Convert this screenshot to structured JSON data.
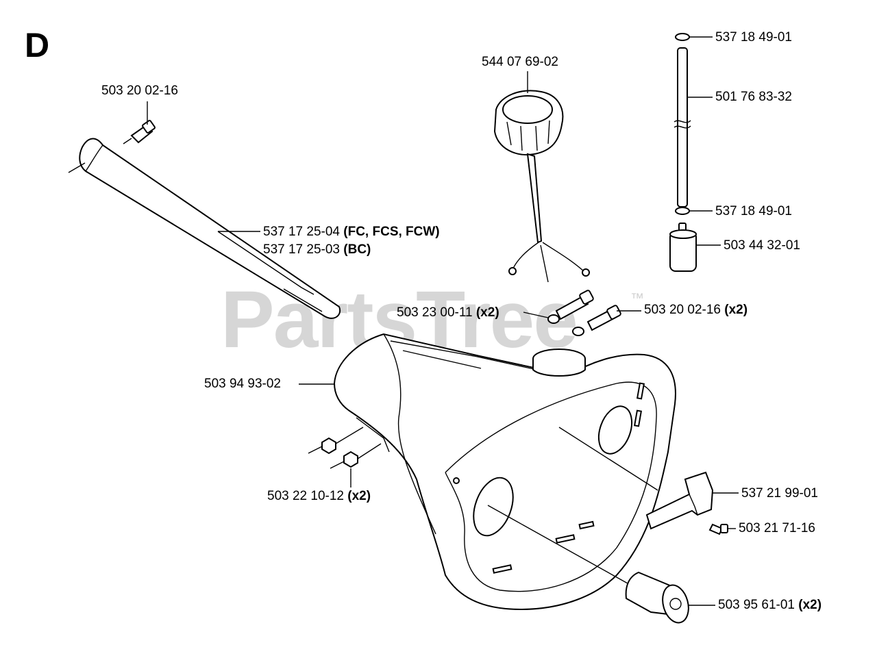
{
  "diagram": {
    "section_letter": "D",
    "watermark": "PartsTree",
    "trademark": "™",
    "labels": {
      "screw_top": "503 20 02-16",
      "fuel_cap": "544 07 69-02",
      "oring_top": "537 18 49-01",
      "hose": "501 76 83-32",
      "oring_bottom": "537 18 49-01",
      "filter": "503 44 32-01",
      "handle_fc": "537 17 25-04",
      "handle_fc_models": "(FC, FCS, FCW)",
      "handle_bc": "537 17 25-03",
      "handle_bc_models": "(BC)",
      "screw_washer": "503 23 00-11",
      "screw_washer_qty": "(x2)",
      "screw_right": "503 20 02-16",
      "screw_right_qty": "(x2)",
      "housing": "503 94 93-02",
      "nut": "503 22 10-12",
      "nut_qty": "(x2)",
      "bracket": "537 21 99-01",
      "bracket_screw": "503 21 71-16",
      "damper": "503 95 61-01",
      "damper_qty": "(x2)"
    }
  }
}
